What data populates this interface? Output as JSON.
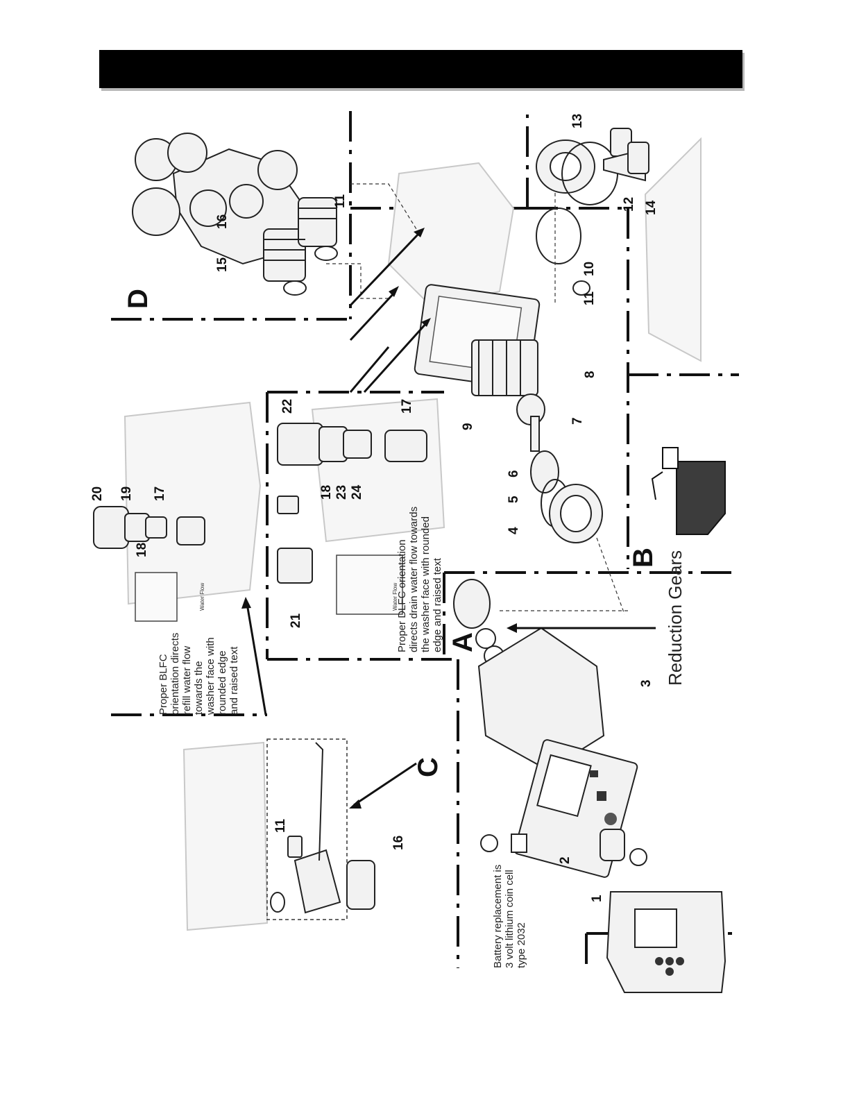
{
  "page": {
    "title_bar": ""
  },
  "sections": {
    "a": "A",
    "b": "B",
    "c": "C",
    "d": "D"
  },
  "callouts": {
    "c1": "1",
    "c2": "2",
    "c3": "3",
    "c4": "4",
    "c5": "5",
    "c6": "6",
    "c7": "7",
    "c8": "8",
    "c9": "9",
    "c10": "10",
    "c11_top": "11",
    "c11_mid": "11",
    "c11_c": "11",
    "c12": "12",
    "c13": "13",
    "c14": "14",
    "c15": "15",
    "c16_d": "16",
    "c16_c": "16",
    "c17_a": "17",
    "c17_b": "17",
    "c18_a": "18",
    "c18_b": "18",
    "c19": "19",
    "c20": "20",
    "c21": "21",
    "c22": "22",
    "c23": "23",
    "c24": "24"
  },
  "notes": {
    "blfc": [
      "Proper BLFC",
      "orientation directs",
      "refill water flow",
      "towards the",
      "washer face with",
      "rounded edge",
      "and raised text"
    ],
    "dlfc": [
      "Proper DLFC orientation",
      "directs drain water flow towards",
      "the washer face with rounded",
      "edge and raised text"
    ],
    "battery": [
      "Battery replacement is",
      "3 volt lithium coin cell",
      "type 2032"
    ],
    "reduction_gears": "Reduction Gears",
    "water_flow_1": "Water Flow",
    "water_flow_2": "Water Flow"
  },
  "icons": [
    "battery-coin-icon",
    "power-adapter-icon"
  ]
}
